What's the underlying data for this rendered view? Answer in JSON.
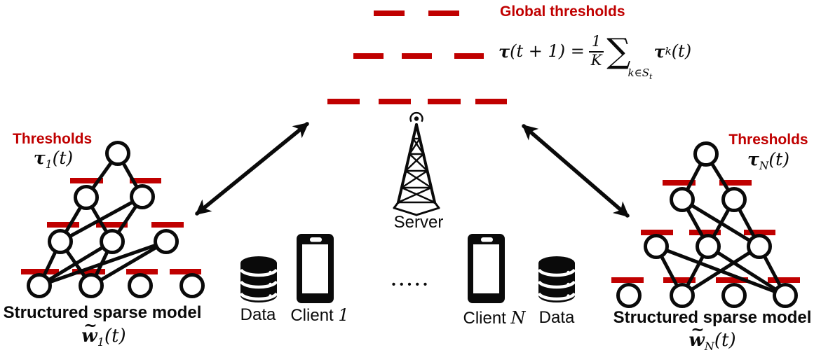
{
  "colors": {
    "red": "#c00000",
    "black": "#0a0a0a",
    "background": "#ffffff"
  },
  "global_thresholds": {
    "label": "Global thresholds",
    "formula": {
      "tau": "τ",
      "lhs_args": "(t + 1) =",
      "frac_num": "1",
      "frac_den": "K",
      "sum_symbol": "∑",
      "sum_sub": "k∈S",
      "sum_sub_sub": "t",
      "tau_k": "τ",
      "tau_k_sub": "k",
      "rhs_args": "(t)"
    }
  },
  "server": {
    "label": "Server",
    "icon": "radio-tower-icon"
  },
  "clients": {
    "left": {
      "label": "Client",
      "id": "1",
      "icon": "phone-icon"
    },
    "right": {
      "label": "Client",
      "id": "N",
      "icon": "phone-icon"
    },
    "data_left": "Data",
    "data_right": "Data",
    "data_icon": "database-icon",
    "ellipsis": "•••••"
  },
  "left_model": {
    "thresholds_label": "Thresholds",
    "tau": "τ",
    "tau_sub": "1",
    "tau_args": "(t)",
    "model_label": "Structured sparse model",
    "w": "w",
    "w_tilde": "~",
    "w_sub": "1",
    "w_args": "(t)"
  },
  "right_model": {
    "thresholds_label": "Thresholds",
    "tau": "τ",
    "tau_sub": "N",
    "tau_args": "(t)",
    "model_label": "Structured sparse model",
    "w": "w",
    "w_tilde": "~",
    "w_sub": "N",
    "w_args": "(t)"
  }
}
